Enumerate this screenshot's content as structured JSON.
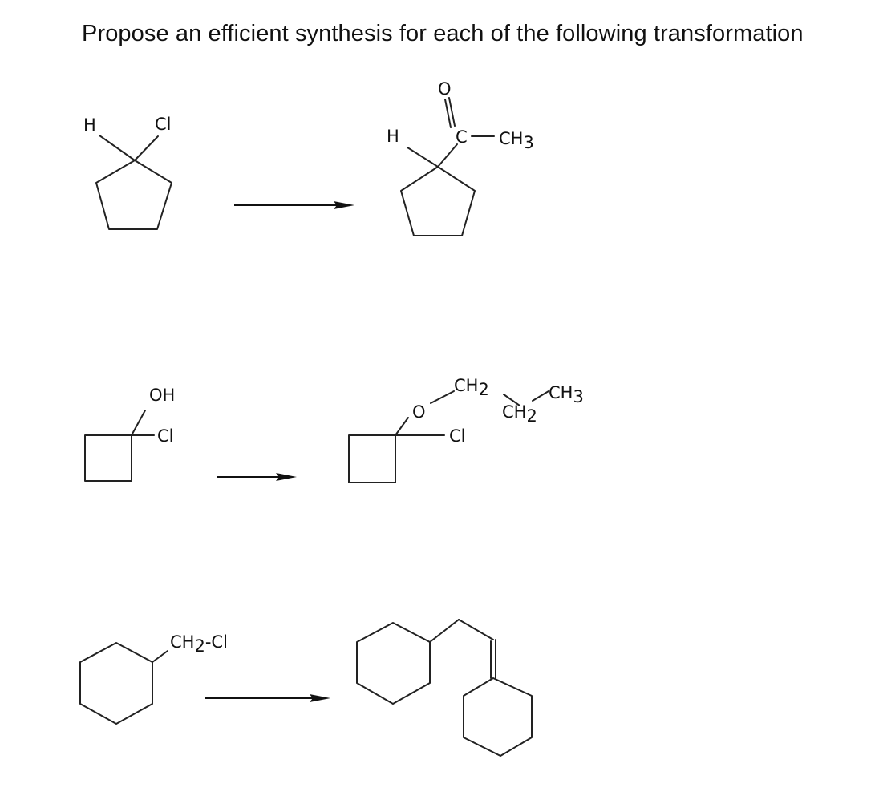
{
  "question": "Propose an efficient synthesis for each of the following transformation",
  "reactions": [
    {
      "reactant_labels": {
        "h": "H",
        "cl": "Cl"
      },
      "product_labels": {
        "o": "O",
        "h": "H",
        "c": "C",
        "ch3": "CH",
        "ch3_sub": "3"
      }
    },
    {
      "reactant_labels": {
        "oh": "OH",
        "cl": "Cl"
      },
      "product_labels": {
        "o": "O",
        "ch2a": "CH",
        "ch2a_sub": "2",
        "ch3": "CH",
        "ch3_sub": "3",
        "ch2b": "CH",
        "ch2b_sub": "2",
        "cl": "Cl"
      }
    },
    {
      "reactant_labels": {
        "ch2cl_a": "CH",
        "ch2cl_sub": "2",
        "ch2cl_b": "-Cl"
      },
      "product_labels": {}
    }
  ]
}
